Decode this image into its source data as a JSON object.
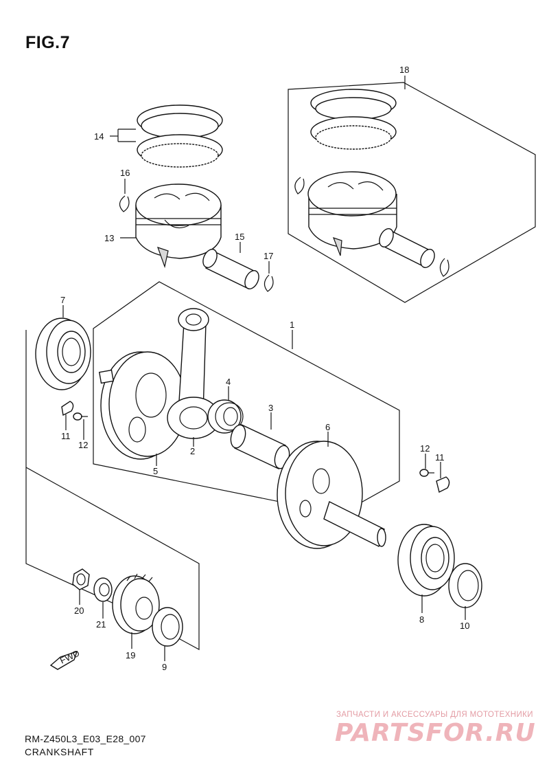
{
  "figure": {
    "title": "FIG.7"
  },
  "footer": {
    "code": "RM-Z450L3_E03_E28_007",
    "name": "CRANKSHAFT"
  },
  "fwd_badge": {
    "label": "FWD"
  },
  "watermark": {
    "tagline": "ЗАПЧАСТИ И АКСЕССУАРЫ ДЛЯ МОТОТЕХНИКИ",
    "logo": "PARTSFOR.RU"
  },
  "callouts": [
    "1",
    "2",
    "3",
    "4",
    "5",
    "6",
    "7",
    "8",
    "9",
    "10",
    "11",
    "12",
    "13",
    "14",
    "15",
    "16",
    "17",
    "18",
    "19",
    "20",
    "21"
  ],
  "colors": {
    "line": "#111111",
    "watermark": "#efb4ba"
  }
}
